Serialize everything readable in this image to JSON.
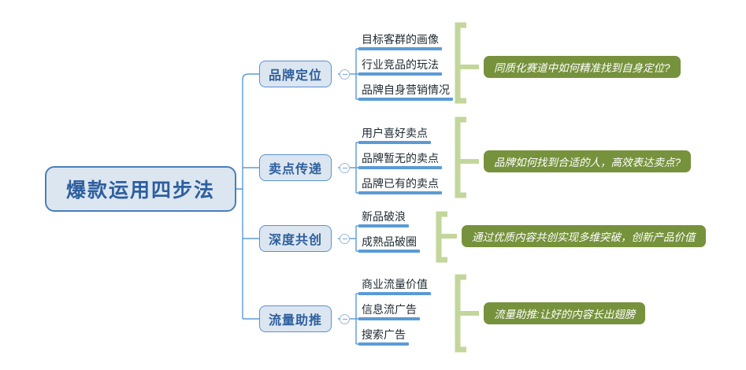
{
  "diagram": {
    "title": "爆款运用四步法",
    "center": {
      "label": "爆款运用四步法"
    },
    "colors": {
      "node_fill": "#dce6f1",
      "node_border": "#4a7ebb",
      "node_text": "#2e5f9e",
      "connector_blue": "#5b9bd5",
      "leaf_bar": "#5b9bd5",
      "bracket_green": "#c3d69b",
      "callout_fill": "#76923c",
      "callout_text": "#ffffff",
      "background": "#ffffff"
    },
    "branches": [
      {
        "label": "品牌定位",
        "toggle_icon": "minus-circle-icon",
        "leaves": [
          {
            "label": "目标客群的画像"
          },
          {
            "label": "行业竞品的玩法"
          },
          {
            "label": "品牌自身营销情况"
          }
        ],
        "callout": "同质化赛道中如何精准找到自身定位?"
      },
      {
        "label": "卖点传递",
        "toggle_icon": "minus-circle-icon",
        "leaves": [
          {
            "label": "用户喜好卖点"
          },
          {
            "label": "品牌暂无的卖点"
          },
          {
            "label": "品牌已有的卖点"
          }
        ],
        "callout": "品牌如何找到合适的人，高效表达卖点?"
      },
      {
        "label": "深度共创",
        "toggle_icon": "minus-circle-icon",
        "leaves": [
          {
            "label": "新品破浪"
          },
          {
            "label": "成熟品破圈"
          }
        ],
        "callout": "通过优质内容共创实现多维突破，创新产品价值"
      },
      {
        "label": "流量助推",
        "toggle_icon": "minus-circle-icon",
        "leaves": [
          {
            "label": "商业流量价值"
          },
          {
            "label": "信息流广告"
          },
          {
            "label": "搜索广告"
          }
        ],
        "callout": "流量助推:让好的内容长出翅膀"
      }
    ]
  }
}
